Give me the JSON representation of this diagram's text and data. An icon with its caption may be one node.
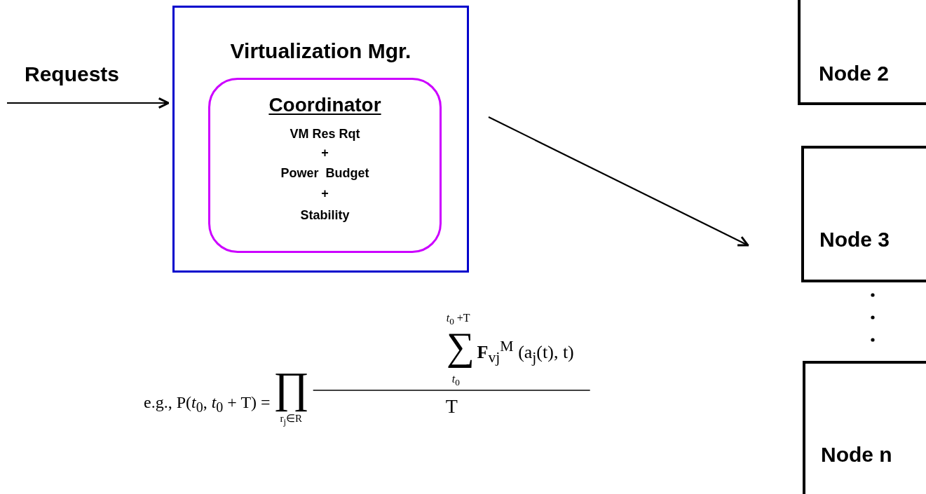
{
  "diagram": {
    "nodes": [
      {
        "text": [
          "Virtualization Mgr."
        ]
      },
      {
        "text": [
          "Coordinator",
          "VM Res Rqt",
          "+",
          "Power  Budget",
          "+",
          "Stability"
        ],
        "in": 0
      },
      {
        "text": [
          "Node 2"
        ]
      },
      {
        "text": [
          "Node 3"
        ]
      },
      {
        "text": [
          "Node n"
        ]
      }
    ],
    "edges": [
      {
        "from": null,
        "to": 0,
        "arrow": "to",
        "label": "Requests"
      },
      {
        "from": 0,
        "to": 3,
        "arrow": "to"
      }
    ],
    "labels": [
      "e.g., P(*t*$_{0}$, *t*$_{0}$ + T) =",
      "∏",
      "r$_{j}$∈R",
      "*t*$_{0}$ +T",
      "∑",
      "**F**$_{v}$$_{j}$$^{M}$ (a$_{j}$(t), t)",
      "*t*$_{0}$",
      "T"
    ]
  }
}
